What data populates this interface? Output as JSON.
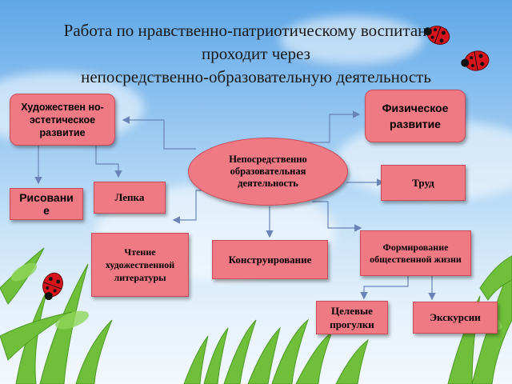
{
  "title_lines": [
    "Работа по нравственно-патриотическому воспитанию",
    "проходит через",
    "непосредственно-образовательную деятельность"
  ],
  "center": "Непосредственно образовательная деятельность",
  "nodes": {
    "art": "Художествен но-эстетическое развитие",
    "physical": "Физическое развитие",
    "drawing": "Рисовани е",
    "modeling": "Лепка",
    "labor": "Труд",
    "reading": "Чтение художественной литературы",
    "construction": "Конструирование",
    "social": "Формирование общественной жизни",
    "walks": "Целевые прогулки",
    "excursions": "Экскурсии"
  },
  "colors": {
    "box_fill": "#f07a84",
    "box_border": "#c94b58",
    "arrow": "#6b84b8"
  }
}
